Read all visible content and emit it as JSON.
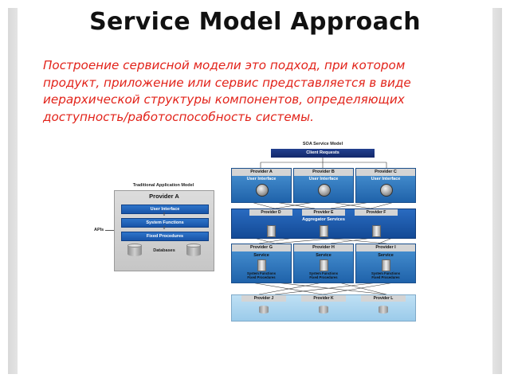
{
  "slide": {
    "title": "Service Model Approach",
    "subtitle_lines": [
      "Построение сервисной модели это подход, при котором",
      "продукт, приложение или сервис представляется в виде",
      "иерархической структуры компонентов, определяющих",
      "доступность/работоспособность системы."
    ],
    "colors": {
      "subtitle": "#e2231a",
      "blue": "#1f62aa",
      "dark_blue": "#13286a",
      "light_blue": "#9bcbea"
    }
  },
  "traditional": {
    "title": "Traditional Application Model",
    "provider": "Provider  A",
    "user_interface": "User Interface",
    "system_functions": "System Functions",
    "fixed_procedures": "Fixed Procedures",
    "databases": "Databases",
    "apis": "APIs"
  },
  "soa": {
    "title": "SOA Service Model",
    "client_requests": "Client Requests",
    "top_providers": [
      {
        "name": "Provider A",
        "label": "User Interface",
        "icon": "globe-icon"
      },
      {
        "name": "Provider B",
        "label": "User Interface",
        "icon": "globe-icon"
      },
      {
        "name": "Provider C",
        "label": "User Interface",
        "icon": "globe-icon"
      }
    ],
    "aggregator": {
      "label": "Aggregator Services",
      "providers": [
        "Provider D",
        "Provider E",
        "Provider F"
      ]
    },
    "services": [
      {
        "name": "Provider G",
        "label": "Service",
        "foot1": "System Functions",
        "foot2": "Fixed Procedures"
      },
      {
        "name": "Provider H",
        "label": "Service",
        "foot1": "System Functions",
        "foot2": "Fixed Procedures"
      },
      {
        "name": "Provider I",
        "label": "Service",
        "foot1": "System Functions",
        "foot2": "Fixed Procedures"
      }
    ],
    "data_providers": [
      "Provider J",
      "Provider K",
      "Provider L"
    ]
  }
}
